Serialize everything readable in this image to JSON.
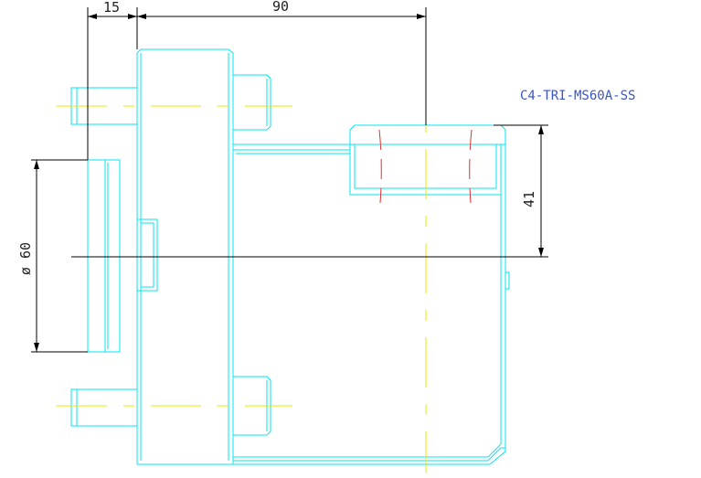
{
  "drawing": {
    "part_label": "C4-TRI-MS60A-SS",
    "dimensions": {
      "top_left": "15",
      "top_main": "90",
      "right_height": "41",
      "diameter": "ø 60"
    },
    "colors": {
      "outline": "#00e5f5",
      "dimension": "#000000",
      "centerline": "#e8e800",
      "hidden": "#e03030",
      "label": "#3a55c8"
    }
  }
}
